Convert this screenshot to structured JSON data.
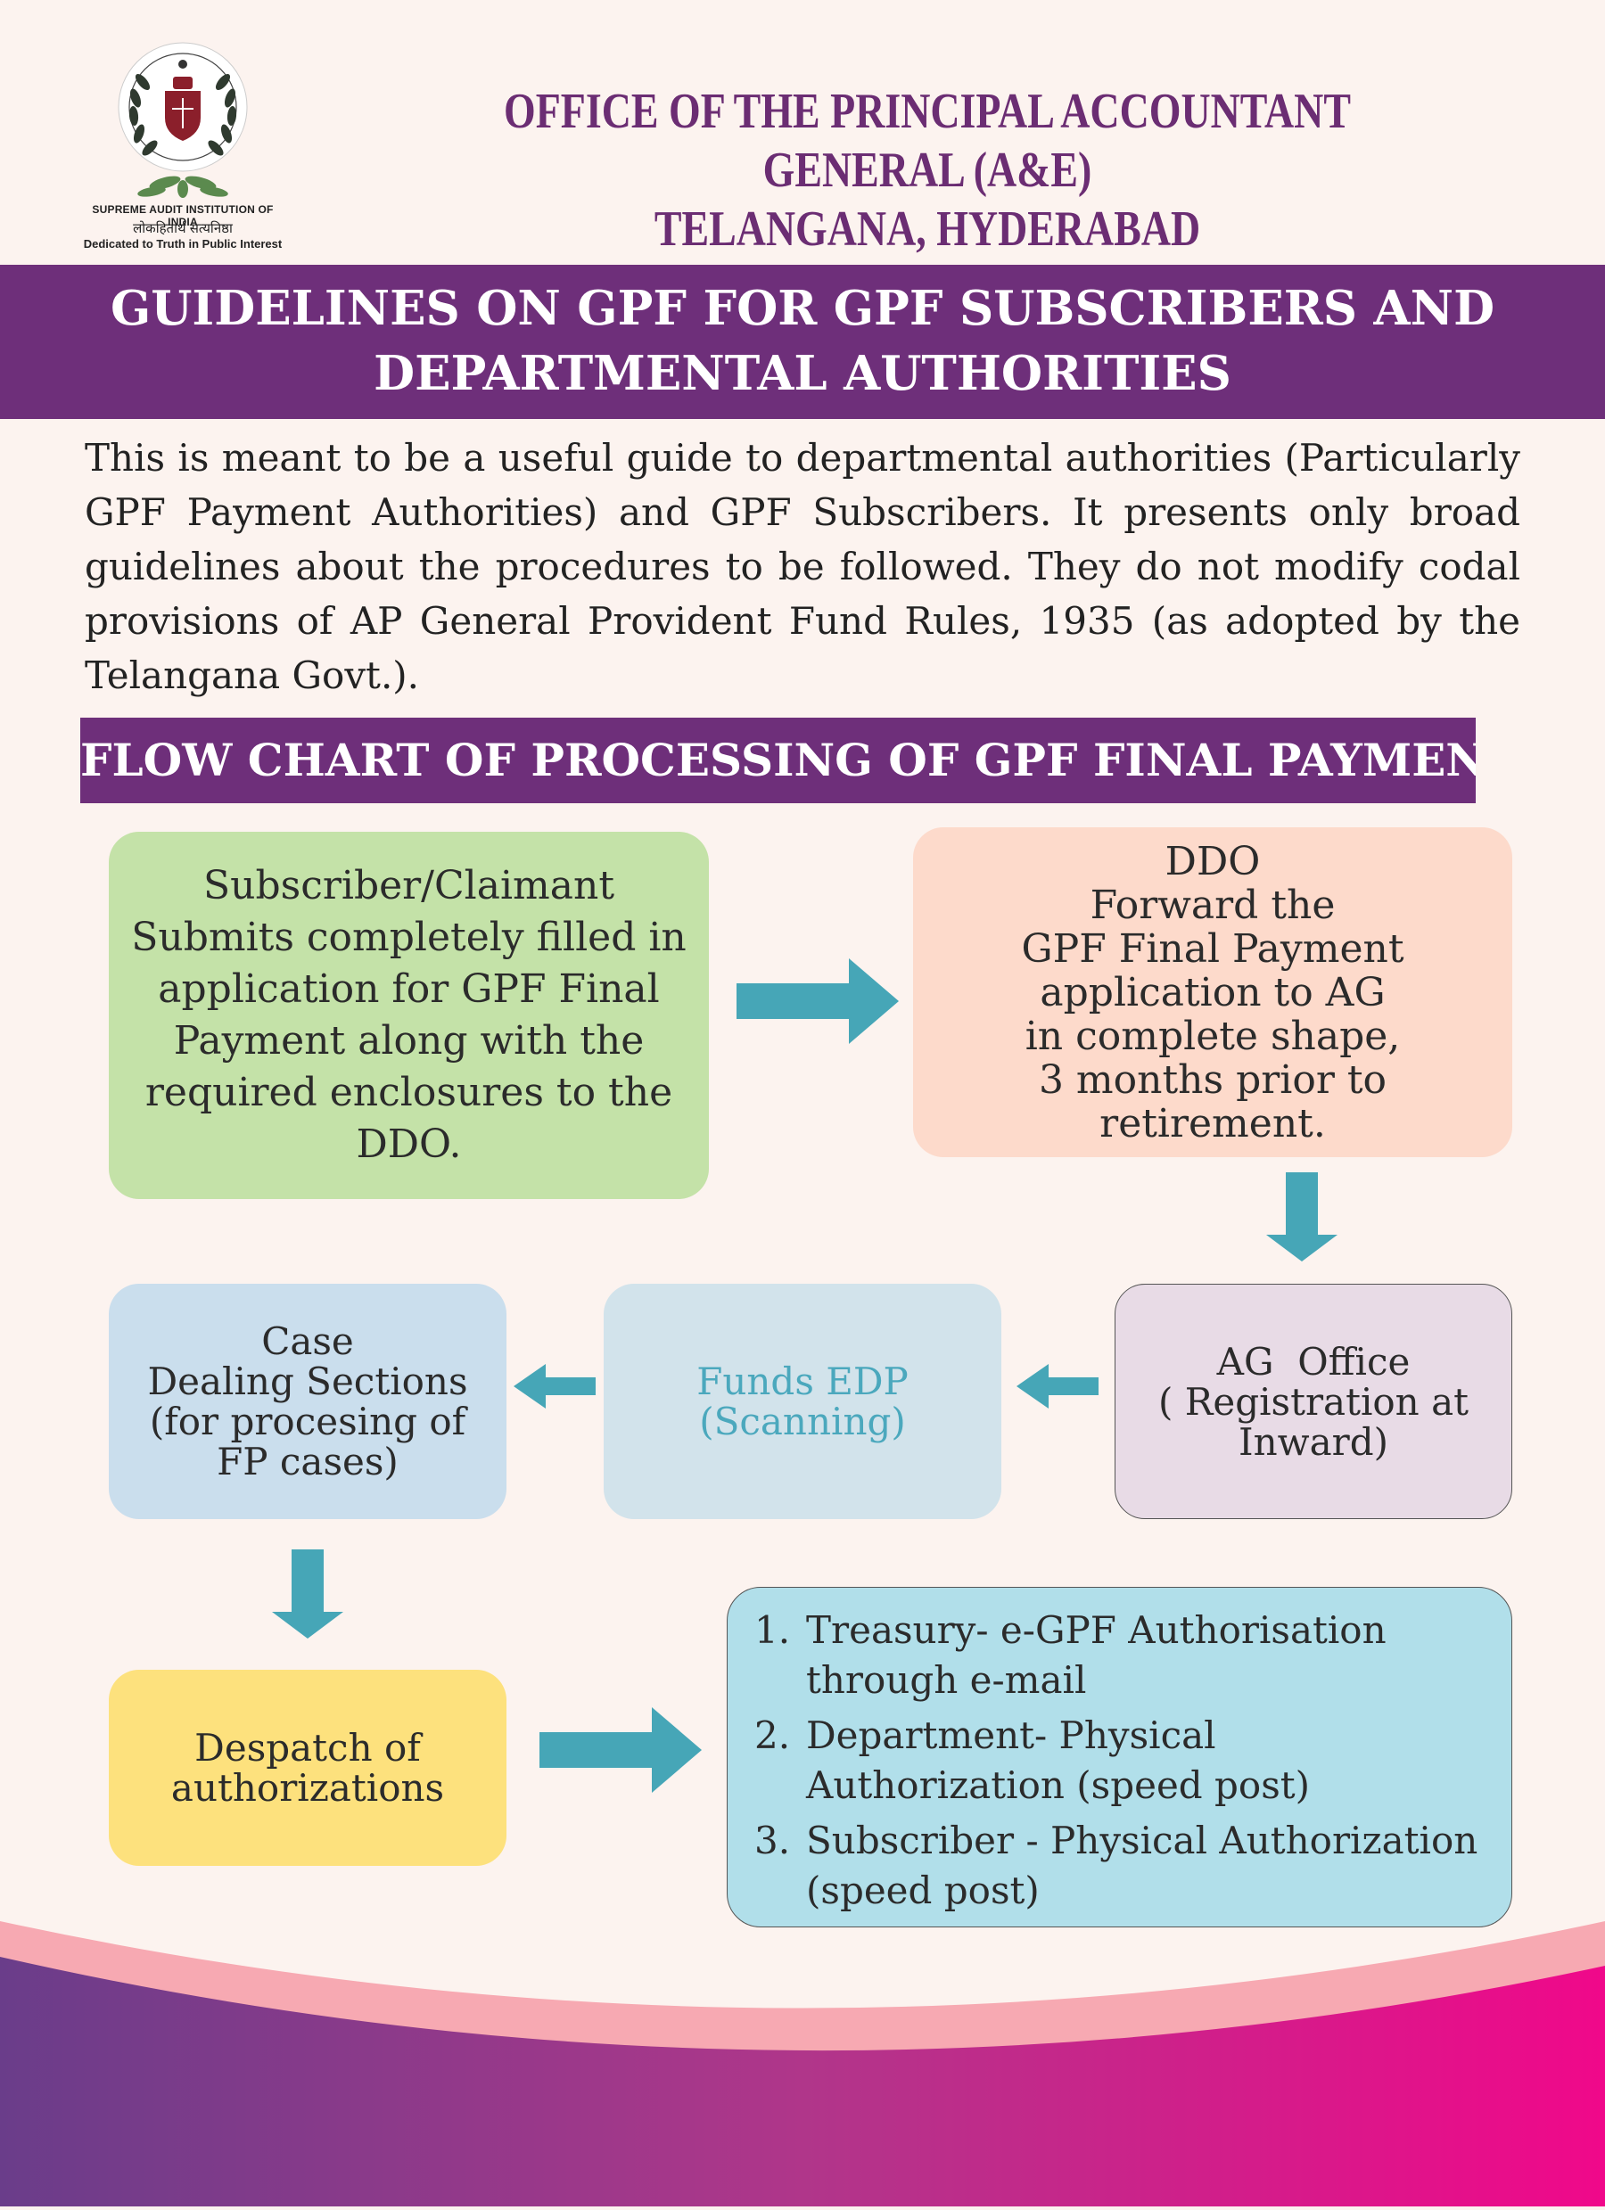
{
  "logo": {
    "name": "emblem-icon",
    "caption_line1": "SUPREME AUDIT INSTITUTION OF INDIA",
    "caption_line2": "लोकहितार्थ सत्यनिष्ठा",
    "caption_line3": "Dedicated to Truth in Public Interest"
  },
  "header": {
    "org_line1": "OFFICE OF THE PRINCIPAL ACCOUNTANT GENERAL (A&E)",
    "org_line2": "TELANGANA, HYDERABAD"
  },
  "banner": {
    "line1": "GUIDELINES ON GPF FOR GPF SUBSCRIBERS AND",
    "line2": "DEPARTMENTAL AUTHORITIES"
  },
  "intro": {
    "text": "This is meant to be a useful guide to departmental authorities (Particularly GPF Payment Authorities) and GPF Subscribers.  It presents only broad guidelines about the procedures to be followed. They do not modify codal provisions of AP General Provident Fund Rules, 1935 (as adopted by the Telangana Govt.)."
  },
  "flow": {
    "title": "FLOW CHART OF PROCESSING OF GPF FINAL PAYMENT",
    "subscriber": [
      "Subscriber/Claimant",
      "Submits completely filled in",
      "application for GPF Final",
      "Payment along with the",
      "required enclosures to the",
      "DDO."
    ],
    "ddo": [
      "DDO",
      "Forward the",
      "GPF Final Payment",
      "application to AG",
      "in complete shape,",
      "3 months prior to",
      "retirement."
    ],
    "ag_office": [
      "AG  Office",
      "( Registration at",
      "Inward)"
    ],
    "funds_edp": [
      "Funds EDP",
      "(Scanning)"
    ],
    "case_dealing": [
      "Case",
      "Dealing Sections",
      "(for procesing of",
      "FP cases)"
    ],
    "despatch": [
      "Despatch of",
      "authorizations"
    ],
    "authorizations": [
      {
        "num": "1.",
        "line1": "Treasury- e-GPF Authorisation",
        "line2": "through e-mail"
      },
      {
        "num": "2.",
        "line1": "Department- Physical",
        "line2": "Authorization (speed post)"
      },
      {
        "num": "3.",
        "line1": "Subscriber - Physical Authorization",
        "line2": "(speed post)"
      }
    ]
  },
  "colors": {
    "purple": "#6e2f7a",
    "arrow": "#46a6b7",
    "subscriber_box": "#c4e2a8",
    "ddo_box": "#fddacb",
    "ag_box": "#e8dbe6",
    "funds_box": "#d2e3eb",
    "case_box": "#cadeed",
    "despatch_box": "#fde17d",
    "list_box": "#b1dfea"
  }
}
